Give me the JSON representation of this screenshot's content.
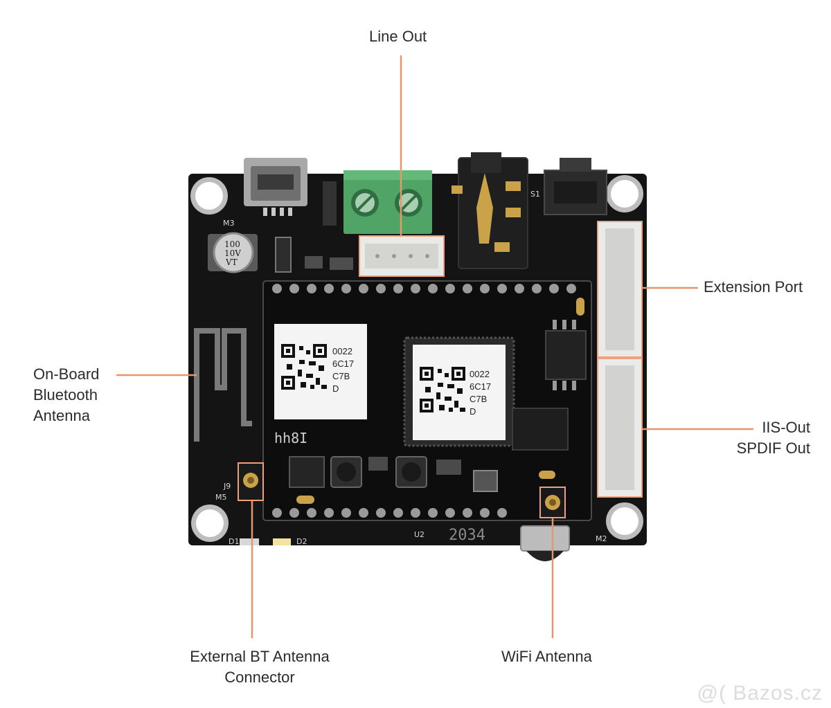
{
  "labels": {
    "line_out": "Line Out",
    "extension_port": "Extension Port",
    "bt_antenna": [
      "On-Board",
      "Bluetooth",
      "Antenna"
    ],
    "iis_out": [
      "IIS-Out",
      "SPDIF Out"
    ],
    "ext_bt_connector": [
      "External BT Antenna",
      "Connector"
    ],
    "wifi_antenna": "WiFi Antenna"
  },
  "board_text": {
    "qr_code_1": [
      "0022",
      "6C17",
      "C7B",
      "D"
    ],
    "qr_code_2": [
      "0022",
      "6C17",
      "C7B",
      "D"
    ],
    "capacitor": [
      "100",
      "10V",
      "VT"
    ],
    "m3": "M3",
    "m5": "M5",
    "m2": "M2",
    "j9": "J9",
    "s1": "S1",
    "d1": "D1",
    "d2": "D2",
    "u2": "U2",
    "code": "2034"
  },
  "watermark": "@( Bazos.cz",
  "colors": {
    "board": "#141414",
    "leader_line": "#e8956b",
    "terminal_green": "#4fa466",
    "label_text": "#2b2b2b"
  }
}
